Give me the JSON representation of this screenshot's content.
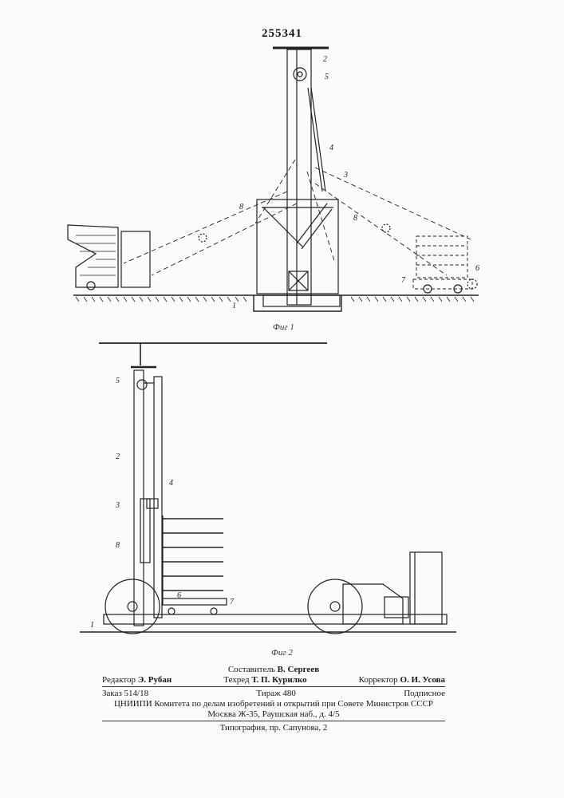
{
  "patent_number": "255341",
  "figure1": {
    "caption": "Фиг 1",
    "part_labels": [
      "1",
      "2",
      "3",
      "4",
      "5",
      "6",
      "7",
      "8",
      "8"
    ]
  },
  "figure2": {
    "caption": "Фиг 2",
    "part_labels": [
      "1",
      "2",
      "3",
      "4",
      "5",
      "6",
      "7",
      "8"
    ]
  },
  "imprint": {
    "compiler_label": "Составитель",
    "compiler_name": "В. Сергеев",
    "editor_label": "Редактор",
    "editor_name": "Э. Рубан",
    "techeditor_label": "Техред",
    "techeditor_name": "Т. П. Курилко",
    "corrector_label": "Корректор",
    "corrector_name": "О. И. Усова",
    "order": "Заказ 514/18",
    "circulation": "Тираж 480",
    "subscription": "Подписное",
    "institute": "ЦНИИПИ Комитета по делам изобретений и открытий при Совете Министров СССР",
    "address": "Москва Ж-35, Раушская наб., д. 4/5",
    "printing": "Типография, пр. Сапунова, 2"
  }
}
